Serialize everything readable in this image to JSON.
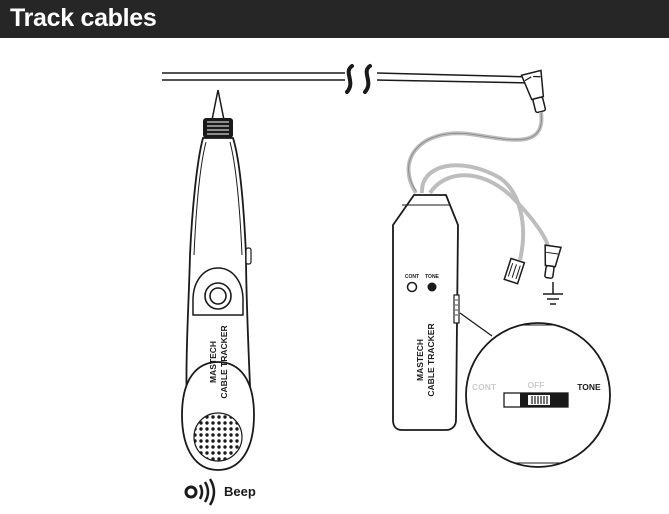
{
  "header": {
    "title": "Track cables"
  },
  "tracker": {
    "brand": "MASTECH",
    "model": "CABLE TRACKER"
  },
  "beep": {
    "label": "Beep"
  },
  "generator": {
    "brand": "MASTECH",
    "model": "CABLE TRACKER",
    "cont_label": "CONT",
    "tone_label": "TONE"
  },
  "switch_zoom": {
    "cont": "CONT",
    "off": "OFF",
    "tone": "TONE"
  },
  "colors": {
    "header_bg": "#262626",
    "header_text": "#ffffff",
    "lead_wire": "#bdbdbd",
    "outline": "#1a1a1a"
  },
  "icons": {
    "beep": "speaker-waves-icon",
    "ground": "ground-symbol-icon",
    "clip": "alligator-clip-icon",
    "break": "wire-break-icon"
  }
}
